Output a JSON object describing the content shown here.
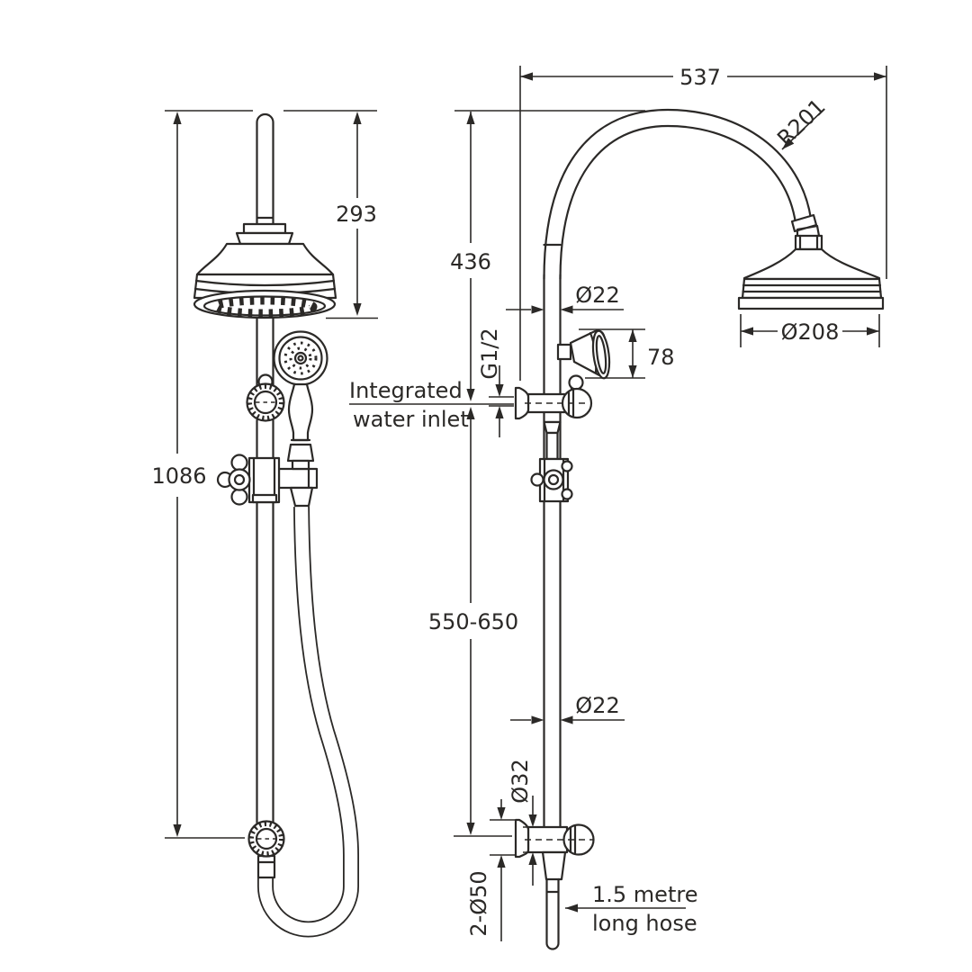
{
  "colors": {
    "ink": "#2b2927",
    "background": "#ffffff"
  },
  "front_view": {
    "dim_overall_height": "1086",
    "dim_head_projection": "293"
  },
  "side_view": {
    "dim_overall_width": "537",
    "dim_arc_radius": "R201",
    "dim_top_to_inlet": "436",
    "dim_rail_diameter_upper": "Ø22",
    "dim_inlet_thread": "G1/2",
    "dim_handshower_height": "78",
    "dim_head_diameter": "Ø208",
    "inlet_label_line1": "Integrated",
    "inlet_label_line2": "water inlet",
    "dim_rail_adjustment": "550-650",
    "dim_rail_diameter_lower": "Ø22",
    "dim_elbow_diameter": "Ø32",
    "dim_flange_diameter": "2-Ø50",
    "hose_label_line1": "1.5 metre",
    "hose_label_line2": "long hose"
  }
}
